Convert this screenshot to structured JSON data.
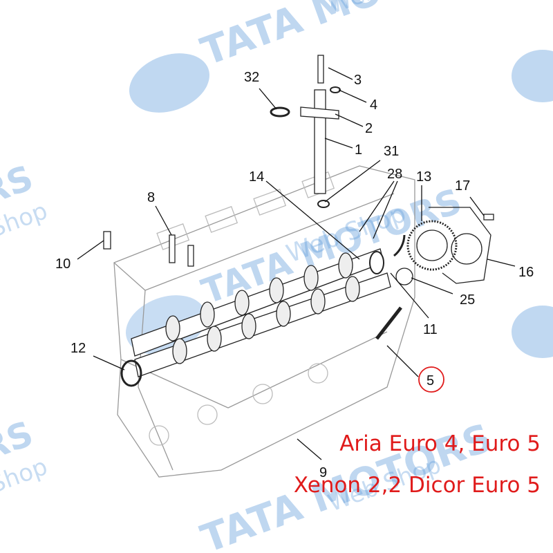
{
  "diagram": {
    "part_labels": [
      "32",
      "3",
      "4",
      "2",
      "1",
      "31",
      "14",
      "28",
      "13",
      "17",
      "8",
      "10",
      "16",
      "25",
      "11",
      "12",
      "5",
      "9"
    ],
    "highlighted_part": "5",
    "highlight_color": "#e01b1b",
    "applicability": [
      "Aria Euro 4, Euro 5",
      "Xenon 2,2 Dicor Euro 5"
    ]
  },
  "watermark": {
    "brand": "TATA MOTORS",
    "sub": "Web Shop",
    "color": "#4a8fd6"
  }
}
